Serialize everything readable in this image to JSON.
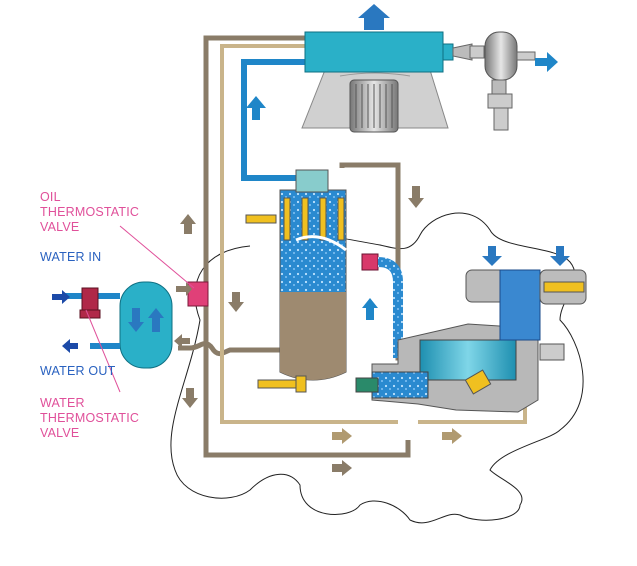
{
  "labels": {
    "oil_thermostatic_valve": "OIL\nTHERMOSTATIC\nVALVE",
    "water_in": "WATER IN",
    "water_out": "WATER OUT",
    "water_thermostatic_valve": "WATER\nTHERMOSTATIC\nVALVE"
  },
  "colors": {
    "oil_line": "#8a7c68",
    "air_line": "#c9b48a",
    "water_blue": "#1f86c8",
    "water_dark": "#1c4aa8",
    "cooler_cyan": "#2ab0c8",
    "separator_oil": "#9e8a70",
    "valve_red": "#d8386a",
    "label_pink": "#e0509a",
    "label_blue": "#2a62c0",
    "yellow_parts": "#f0c020",
    "grey_metal": "#a8a8a8"
  }
}
